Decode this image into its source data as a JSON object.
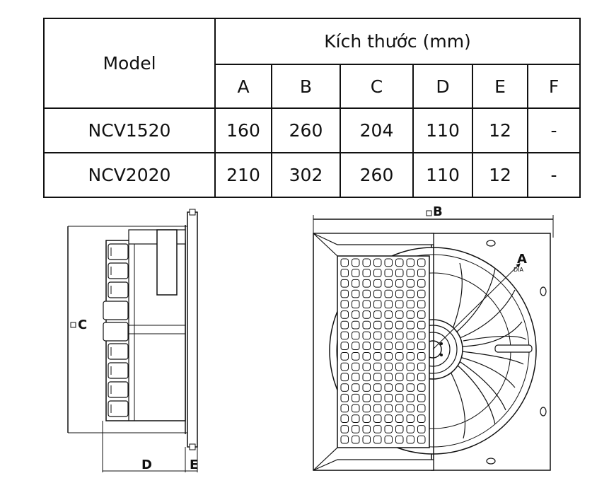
{
  "table": {
    "model_header": "Model",
    "dimension_header": "Kích thước (mm)",
    "columns": [
      "A",
      "B",
      "C",
      "D",
      "E",
      "F"
    ],
    "rows": [
      {
        "model": "NCV1520",
        "values": [
          "160",
          "260",
          "204",
          "110",
          "12",
          "-"
        ]
      },
      {
        "model": "NCV2020",
        "values": [
          "210",
          "302",
          "260",
          "110",
          "12",
          "-"
        ]
      }
    ]
  },
  "drawing": {
    "label_c": "C",
    "label_d": "D",
    "label_e": "E",
    "label_b": "B",
    "label_a": "A",
    "label_dia": "DIA"
  }
}
